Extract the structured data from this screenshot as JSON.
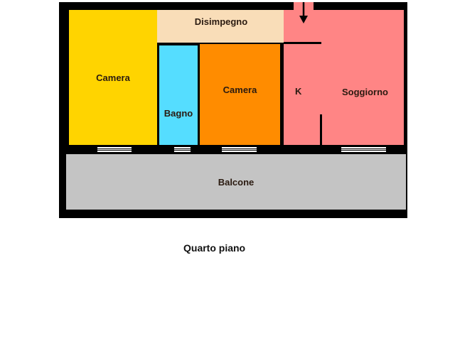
{
  "rooms": {
    "camera1": {
      "label": "Camera",
      "color": "#FFD400"
    },
    "disimpegno": {
      "label": "Disimpegno",
      "color": "#F9DDB8"
    },
    "bagno": {
      "label": "Bagno",
      "color": "#55DDFF"
    },
    "camera2": {
      "label": "Camera",
      "color": "#FF8C00"
    },
    "kitchen": {
      "label": "K",
      "color": "#FF8585"
    },
    "soggiorno": {
      "label": "Soggiorno",
      "color": "#FF8585"
    },
    "balcone": {
      "label": "Balcone",
      "color": "#C4C4C4"
    }
  },
  "caption": "Quarto piano"
}
